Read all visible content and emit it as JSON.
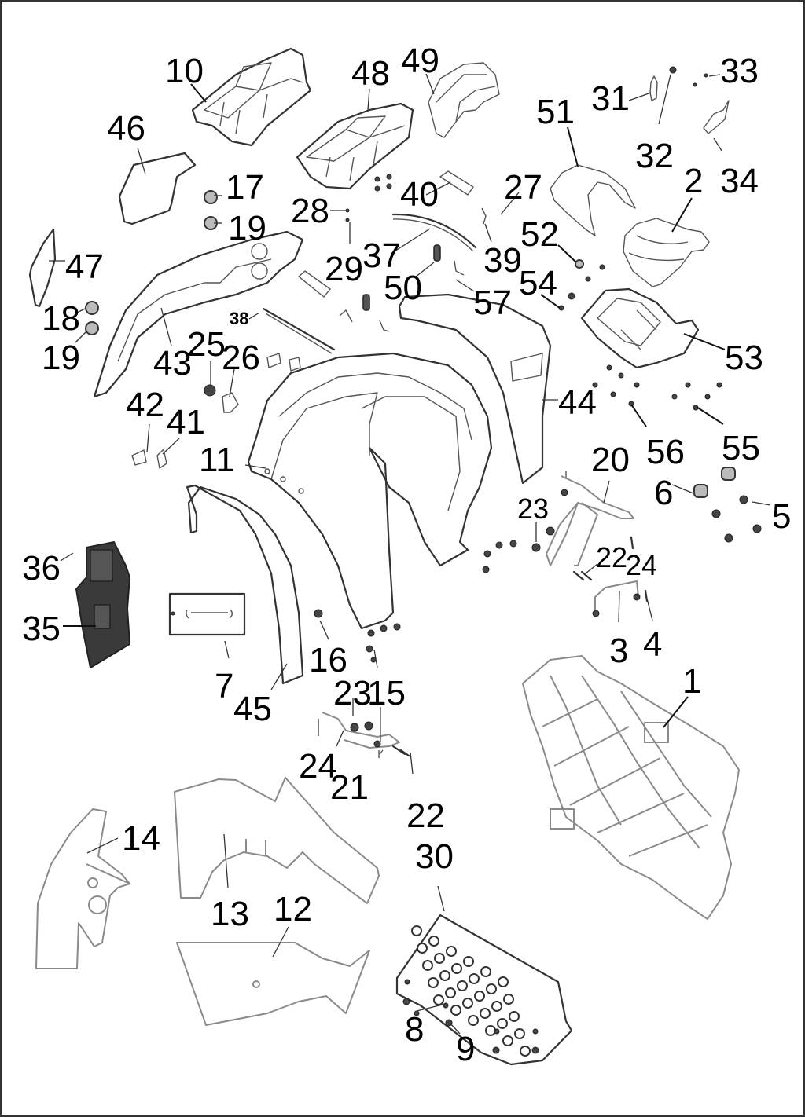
{
  "diagram": {
    "title": "ATV body / frame exploded parts diagram",
    "colors": {
      "line": "#333333",
      "label": "#000000",
      "background": "#ffffff",
      "dark_part": "#3a3a3a"
    },
    "callouts": [
      {
        "id": "1",
        "label": "1",
        "part": "frame"
      },
      {
        "id": "2",
        "label": "2",
        "part": "fuel-tank-cover"
      },
      {
        "id": "3",
        "label": "3",
        "part": "rear-bracket"
      },
      {
        "id": "4",
        "label": "4",
        "part": "bolt"
      },
      {
        "id": "5",
        "label": "5",
        "part": "nut"
      },
      {
        "id": "6",
        "label": "6",
        "part": "rubber-grommet"
      },
      {
        "id": "7",
        "label": "7",
        "part": "tool-kit"
      },
      {
        "id": "8",
        "label": "8",
        "part": "bolt"
      },
      {
        "id": "9",
        "label": "9",
        "part": "clip"
      },
      {
        "id": "10",
        "label": "10",
        "part": "front-rack"
      },
      {
        "id": "11",
        "label": "11",
        "part": "front-fender"
      },
      {
        "id": "12",
        "label": "12",
        "part": "decal"
      },
      {
        "id": "13",
        "label": "13",
        "part": "decal"
      },
      {
        "id": "14",
        "label": "14",
        "part": "decal"
      },
      {
        "id": "15",
        "label": "15",
        "part": "bolt"
      },
      {
        "id": "16",
        "label": "16",
        "part": "nut"
      },
      {
        "id": "17",
        "label": "17",
        "part": "headlight"
      },
      {
        "id": "18",
        "label": "18",
        "part": "headlight"
      },
      {
        "id": "19",
        "label": "19",
        "part": "bulb"
      },
      {
        "id": "19b",
        "label": "19",
        "part": "bulb"
      },
      {
        "id": "20",
        "label": "20",
        "part": "front-bracket"
      },
      {
        "id": "21",
        "label": "21",
        "part": "mount-bracket"
      },
      {
        "id": "22",
        "label": "22",
        "part": "bolt"
      },
      {
        "id": "22b",
        "label": "22",
        "part": "bolt"
      },
      {
        "id": "23",
        "label": "23",
        "part": "nut"
      },
      {
        "id": "23b",
        "label": "23",
        "part": "nut"
      },
      {
        "id": "24",
        "label": "24",
        "part": "washer"
      },
      {
        "id": "24b",
        "label": "24",
        "part": "washer"
      },
      {
        "id": "25",
        "label": "25",
        "part": "bushing"
      },
      {
        "id": "26",
        "label": "26",
        "part": "clip"
      },
      {
        "id": "27",
        "label": "27",
        "part": "screw"
      },
      {
        "id": "28",
        "label": "28",
        "part": "screw"
      },
      {
        "id": "29",
        "label": "29",
        "part": "nut"
      },
      {
        "id": "30",
        "label": "30",
        "part": "footrest"
      },
      {
        "id": "31",
        "label": "31",
        "part": "latch"
      },
      {
        "id": "32",
        "label": "32",
        "part": "pin"
      },
      {
        "id": "33",
        "label": "33",
        "part": "screw"
      },
      {
        "id": "34",
        "label": "34",
        "part": "bracket"
      },
      {
        "id": "35",
        "label": "35",
        "part": "storage-box"
      },
      {
        "id": "36",
        "label": "36",
        "part": "screw"
      },
      {
        "id": "37",
        "label": "37",
        "part": "tube"
      },
      {
        "id": "38",
        "label": "38",
        "part": "hose"
      },
      {
        "id": "39",
        "label": "39",
        "part": "clip"
      },
      {
        "id": "40",
        "label": "40",
        "part": "pad"
      },
      {
        "id": "41",
        "label": "41",
        "part": "clip"
      },
      {
        "id": "42",
        "label": "42",
        "part": "clip"
      },
      {
        "id": "43",
        "label": "43",
        "part": "front-cover"
      },
      {
        "id": "44",
        "label": "44",
        "part": "rear-fender"
      },
      {
        "id": "45",
        "label": "45",
        "part": "fender-trim"
      },
      {
        "id": "46",
        "label": "46",
        "part": "panel"
      },
      {
        "id": "47",
        "label": "47",
        "part": "side-cover"
      },
      {
        "id": "48",
        "label": "48",
        "part": "rear-rack"
      },
      {
        "id": "49",
        "label": "49",
        "part": "cover"
      },
      {
        "id": "50",
        "label": "50",
        "part": "clip"
      },
      {
        "id": "51",
        "label": "51",
        "part": "seat-cover"
      },
      {
        "id": "52",
        "label": "52",
        "part": "screw"
      },
      {
        "id": "53",
        "label": "53",
        "part": "fuel-tank"
      },
      {
        "id": "54",
        "label": "54",
        "part": "bolt"
      },
      {
        "id": "55",
        "label": "55",
        "part": "nut"
      },
      {
        "id": "56",
        "label": "56",
        "part": "washer"
      },
      {
        "id": "57",
        "label": "57",
        "part": "clip"
      }
    ]
  }
}
